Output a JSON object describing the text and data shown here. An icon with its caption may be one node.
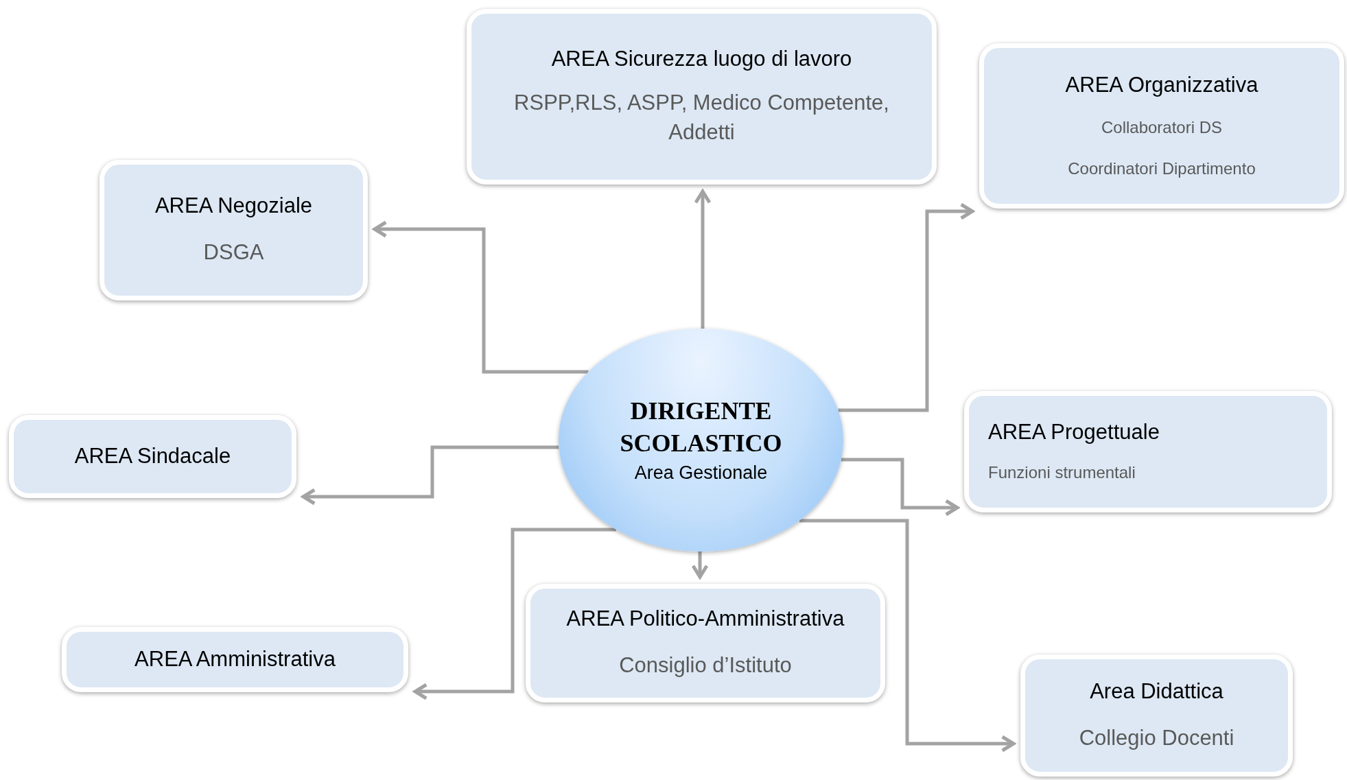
{
  "diagram": {
    "nodes": [
      {
        "text": [
          "DIRIGENTE SCOLASTICO",
          "Area Gestionale"
        ]
      },
      {
        "text": [
          "AREA Sicurezza luogo di lavoro",
          "RSPP,RLS, ASPP, Medico Competente, Addetti"
        ]
      },
      {
        "text": [
          "AREA Organizzativa",
          "Collaboratori DS",
          "Coordinatori Dipartimento"
        ]
      },
      {
        "text": [
          "AREA Negoziale",
          "DSGA"
        ]
      },
      {
        "text": [
          "AREA Sindacale"
        ]
      },
      {
        "text": [
          "AREA Progettuale",
          "Funzioni strumentali"
        ]
      },
      {
        "text": [
          "AREA Politico-Amministrativa",
          "Consiglio d’Istituto"
        ]
      },
      {
        "text": [
          "AREA Amministrativa"
        ]
      },
      {
        "text": [
          "Area Didattica",
          "Collegio Docenti"
        ]
      }
    ],
    "edges": [
      {
        "from": 0,
        "to": 1,
        "arrow": "to"
      },
      {
        "from": 0,
        "to": 2,
        "arrow": "to"
      },
      {
        "from": 0,
        "to": 3,
        "arrow": "to"
      },
      {
        "from": 0,
        "to": 4,
        "arrow": "to"
      },
      {
        "from": 0,
        "to": 5,
        "arrow": "to"
      },
      {
        "from": 0,
        "to": 6,
        "arrow": "to"
      },
      {
        "from": 0,
        "to": 7,
        "arrow": "to"
      },
      {
        "from": 0,
        "to": 8,
        "arrow": "to"
      }
    ]
  }
}
